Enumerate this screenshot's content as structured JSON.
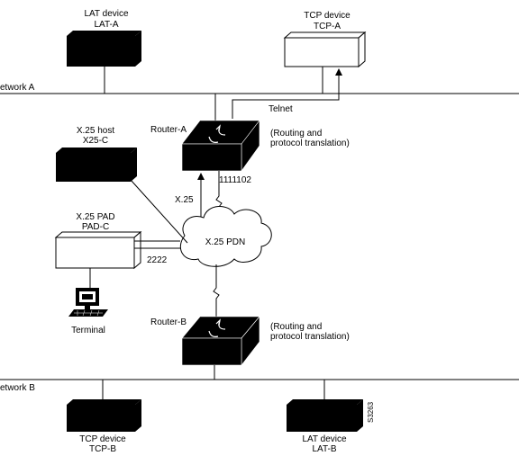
{
  "lat_a": {
    "line1": "LAT device",
    "line2": "LAT-A"
  },
  "tcp_a": {
    "line1": "TCP device",
    "line2": "TCP-A"
  },
  "network_a": "etwork A",
  "telnet": "Telnet",
  "router_a": {
    "name": "Router-A",
    "note1": "(Routing and",
    "note2": "protocol translation)",
    "address": "1111102"
  },
  "x25_host": {
    "line1": "X.25 host",
    "line2": "X25-C"
  },
  "x25_link": "X.25",
  "x25_pad": {
    "line1": "X.25 PAD",
    "line2": "PAD-C"
  },
  "pdn": "X.25 PDN",
  "pad_address": "2222",
  "terminal": "Terminal",
  "router_b": {
    "name": "Router-B",
    "note1": "(Routing and",
    "note2": "protocol translation)"
  },
  "network_b": "etwork B",
  "tcp_b": {
    "line1": "TCP device",
    "line2": "TCP-B"
  },
  "lat_b": {
    "line1": "LAT device",
    "line2": "LAT-B"
  },
  "figure_id": "S3263"
}
